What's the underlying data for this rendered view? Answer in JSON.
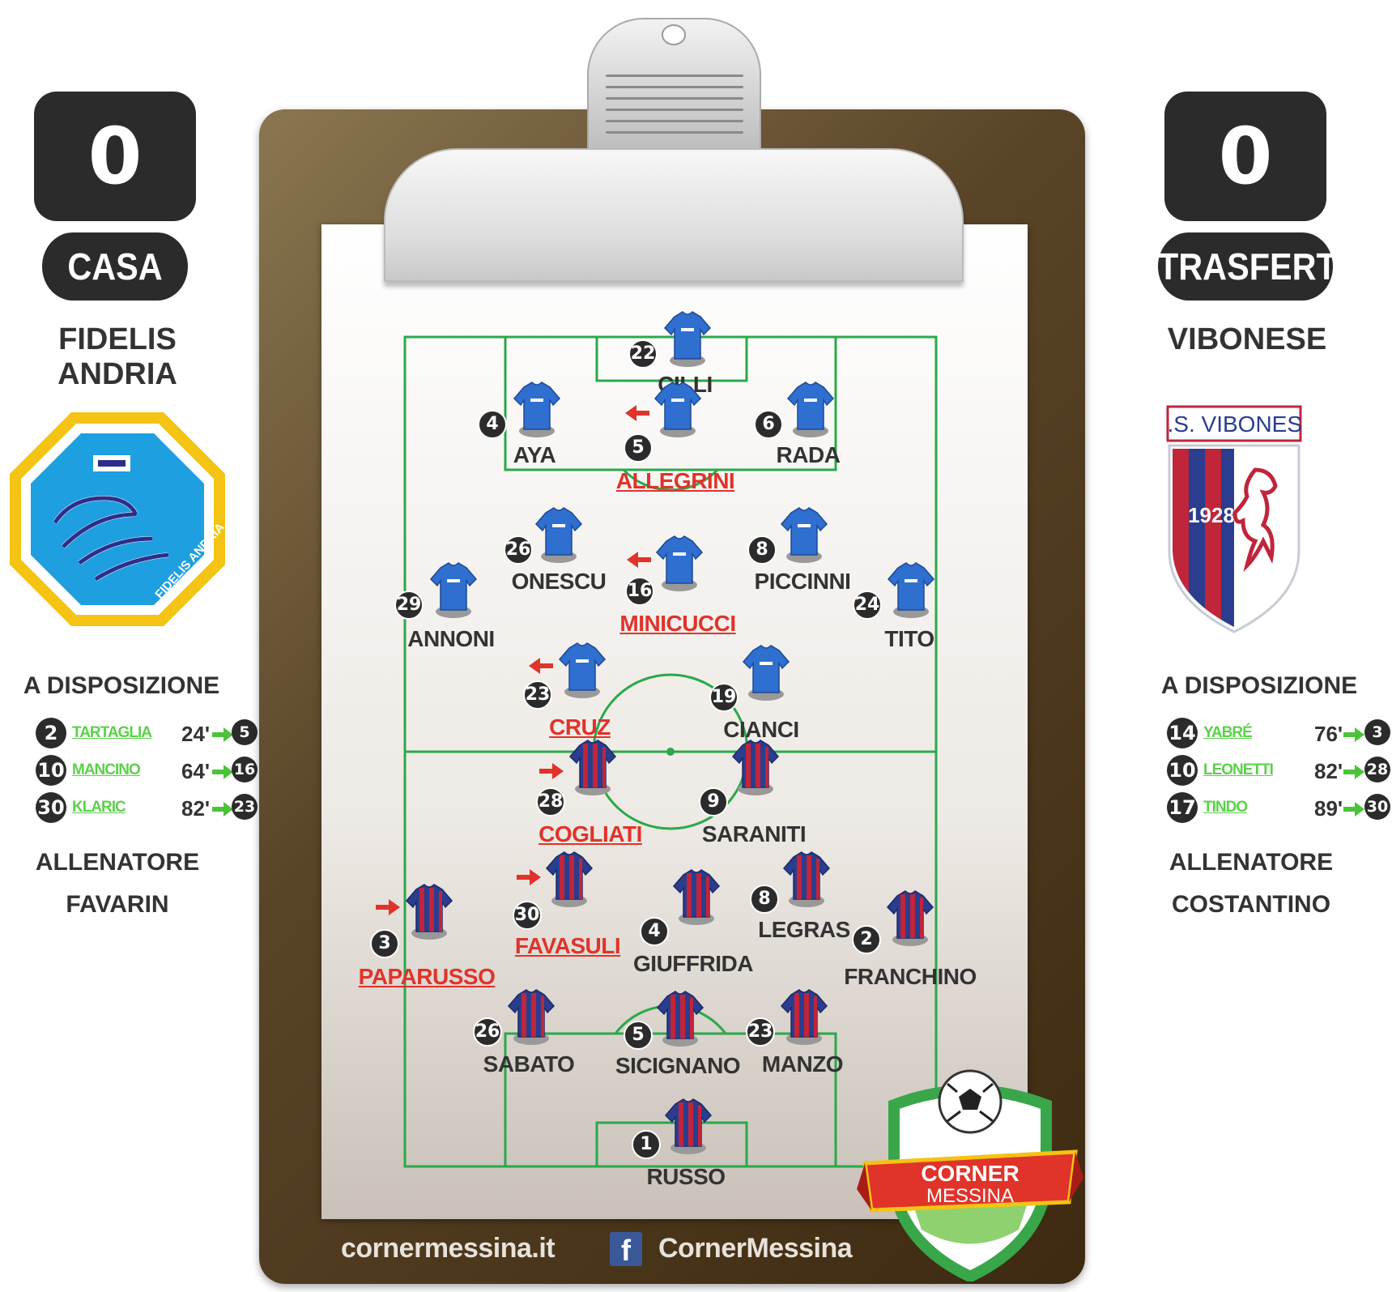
{
  "home": {
    "score": "0",
    "side_label": "CASA",
    "name": "FIDELIS ANDRIA",
    "logo_text": "FIDELIS ANDRIA",
    "bench_title": "A DISPOSIZIONE",
    "bench": [
      {
        "num": "2",
        "name": "TARTAGLIA",
        "minute": "24'",
        "out": "5"
      },
      {
        "num": "10",
        "name": "MANCINO",
        "minute": "64'",
        "out": "16"
      },
      {
        "num": "30",
        "name": "KLARIC",
        "minute": "82'",
        "out": "23"
      }
    ],
    "coach_title": "ALLENATORE",
    "coach": "FAVARIN",
    "players": [
      {
        "num": "22",
        "name": "CILLI",
        "sub": false
      },
      {
        "num": "4",
        "name": "AYA",
        "sub": false
      },
      {
        "num": "5",
        "name": "ALLEGRINI",
        "sub": true
      },
      {
        "num": "6",
        "name": "RADA",
        "sub": false
      },
      {
        "num": "26",
        "name": "ONESCU",
        "sub": false
      },
      {
        "num": "16",
        "name": "MINICUCCI",
        "sub": true
      },
      {
        "num": "8",
        "name": "PICCINNI",
        "sub": false
      },
      {
        "num": "29",
        "name": "ANNONI",
        "sub": false
      },
      {
        "num": "24",
        "name": "TITO",
        "sub": false
      },
      {
        "num": "23",
        "name": "CRUZ",
        "sub": true
      },
      {
        "num": "19",
        "name": "CIANCI",
        "sub": false
      }
    ]
  },
  "away": {
    "score": "0",
    "side_label": "TRASFERTA",
    "name": "VIBONESE",
    "logo_text": "U.S. VIBONESE",
    "logo_year": "1928",
    "bench_title": "A DISPOSIZIONE",
    "bench": [
      {
        "num": "14",
        "name": "YABRÉ",
        "minute": "76'",
        "out": "3"
      },
      {
        "num": "10",
        "name": "LEONETTI",
        "minute": "82'",
        "out": "28"
      },
      {
        "num": "17",
        "name": "TINDO",
        "minute": "89'",
        "out": "30"
      }
    ],
    "coach_title": "ALLENATORE",
    "coach": "COSTANTINO",
    "players": [
      {
        "num": "28",
        "name": "COGLIATI",
        "sub": true
      },
      {
        "num": "9",
        "name": "SARANITI",
        "sub": false
      },
      {
        "num": "30",
        "name": "FAVASULI",
        "sub": true
      },
      {
        "num": "4",
        "name": "GIUFFRIDA",
        "sub": false
      },
      {
        "num": "8",
        "name": "LEGRAS",
        "sub": false
      },
      {
        "num": "3",
        "name": "PAPARUSSO",
        "sub": true
      },
      {
        "num": "2",
        "name": "FRANCHINO",
        "sub": false
      },
      {
        "num": "26",
        "name": "SABATO",
        "sub": false
      },
      {
        "num": "5",
        "name": "SICIGNANO",
        "sub": false
      },
      {
        "num": "23",
        "name": "MANZO",
        "sub": false
      },
      {
        "num": "1",
        "name": "RUSSO",
        "sub": false
      }
    ]
  },
  "footer": {
    "website": "cornermessina.it",
    "facebook": "CornerMessina",
    "facebook_icon": "f"
  },
  "brand": {
    "line1": "CORNER",
    "line2": "MESSINA"
  },
  "colors": {
    "home_shirt": "#2e6fd0",
    "away_shirt_red": "#c0253a",
    "away_shirt_blue": "#2a3d8f",
    "pitch_lines": "#2aa84a",
    "sub_highlight": "#e0332a",
    "bench_name": "#5bd14a",
    "dark_badge": "#2b2b2b"
  },
  "icons": {
    "sub_out_arrow": "red-arrow-icon",
    "bench_arrow": "green-arrow-icon",
    "shirt": "shirt-icon",
    "ball": "soccer-ball-icon"
  }
}
